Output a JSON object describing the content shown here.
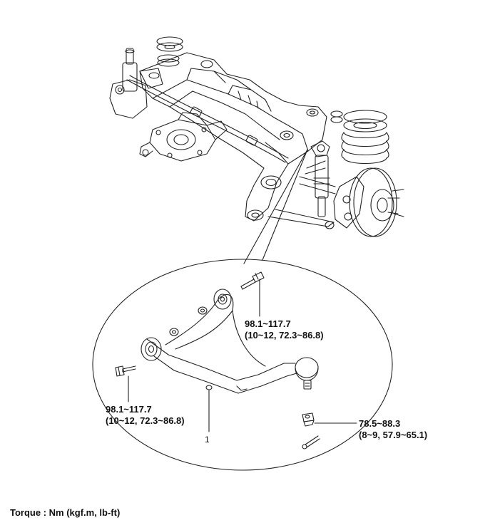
{
  "callouts": [
    {
      "id": "torque-a",
      "line1": "98.1~117.7",
      "line2": "(10~12, 72.3~86.8)"
    },
    {
      "id": "torque-b",
      "line1": "98.1~117.7",
      "line2": "(10~12, 72.3~86.8)"
    },
    {
      "id": "torque-c",
      "line1": "78.5~88.3",
      "line2": "(8~9, 57.9~65.1)"
    }
  ],
  "part_number": "1",
  "torque_unit_note": "Torque : Nm (kgf.m, lb-ft)"
}
